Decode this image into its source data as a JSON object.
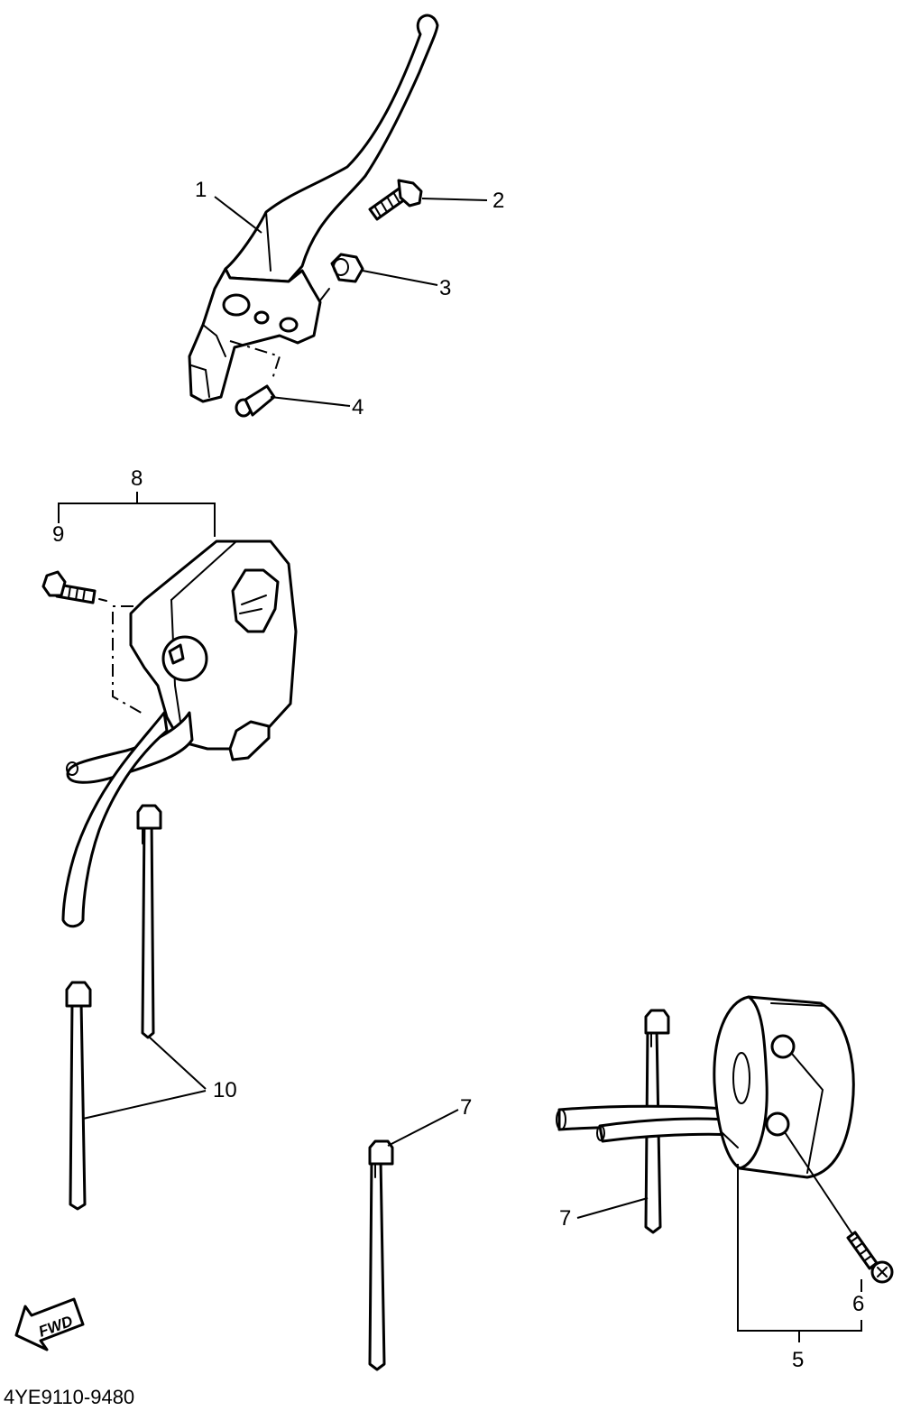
{
  "callouts": {
    "c1": "1",
    "c2": "2",
    "c3": "3",
    "c4": "4",
    "c5": "5",
    "c6": "6",
    "c7a": "7",
    "c7b": "7",
    "c8": "8",
    "c9": "9",
    "c10": "10"
  },
  "fwd_label": "FWD",
  "diagram_code": "4YE9110-9480",
  "colors": {
    "ink": "#000000",
    "paper": "#ffffff"
  }
}
